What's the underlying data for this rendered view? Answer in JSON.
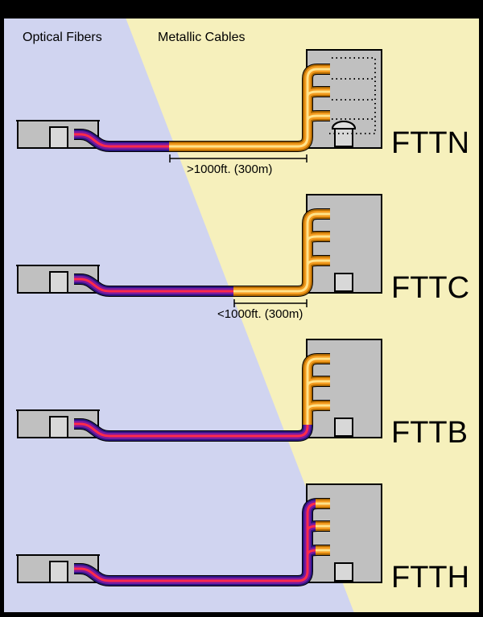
{
  "zones": {
    "optical_label": "Optical Fibers",
    "metallic_label": "Metallic Cables",
    "optical_color": "#d0d4f0",
    "metallic_color": "#f6f0bc",
    "border_color": "#000000"
  },
  "diagrams": [
    {
      "name": "FTTN",
      "distance_label": ">1000ft. (300m)",
      "transition": "before-street"
    },
    {
      "name": "FTTC",
      "distance_label": "<1000ft. (300m)",
      "transition": "near-cabinet"
    },
    {
      "name": "FTTB",
      "distance_label": "",
      "transition": "building-riser"
    },
    {
      "name": "FTTH",
      "distance_label": "",
      "transition": "inside-home"
    }
  ],
  "colors": {
    "fiber_outer": "#2a1680",
    "fiber_core": "#ff2a4a",
    "copper_outer": "#f39a1e",
    "copper_core": "#ffe28a",
    "building_fill": "#c0c0c0",
    "building_stroke": "#000000"
  },
  "icons": [
    "house-icon",
    "building-icon",
    "dish-icon",
    "dimension-bracket-icon"
  ]
}
